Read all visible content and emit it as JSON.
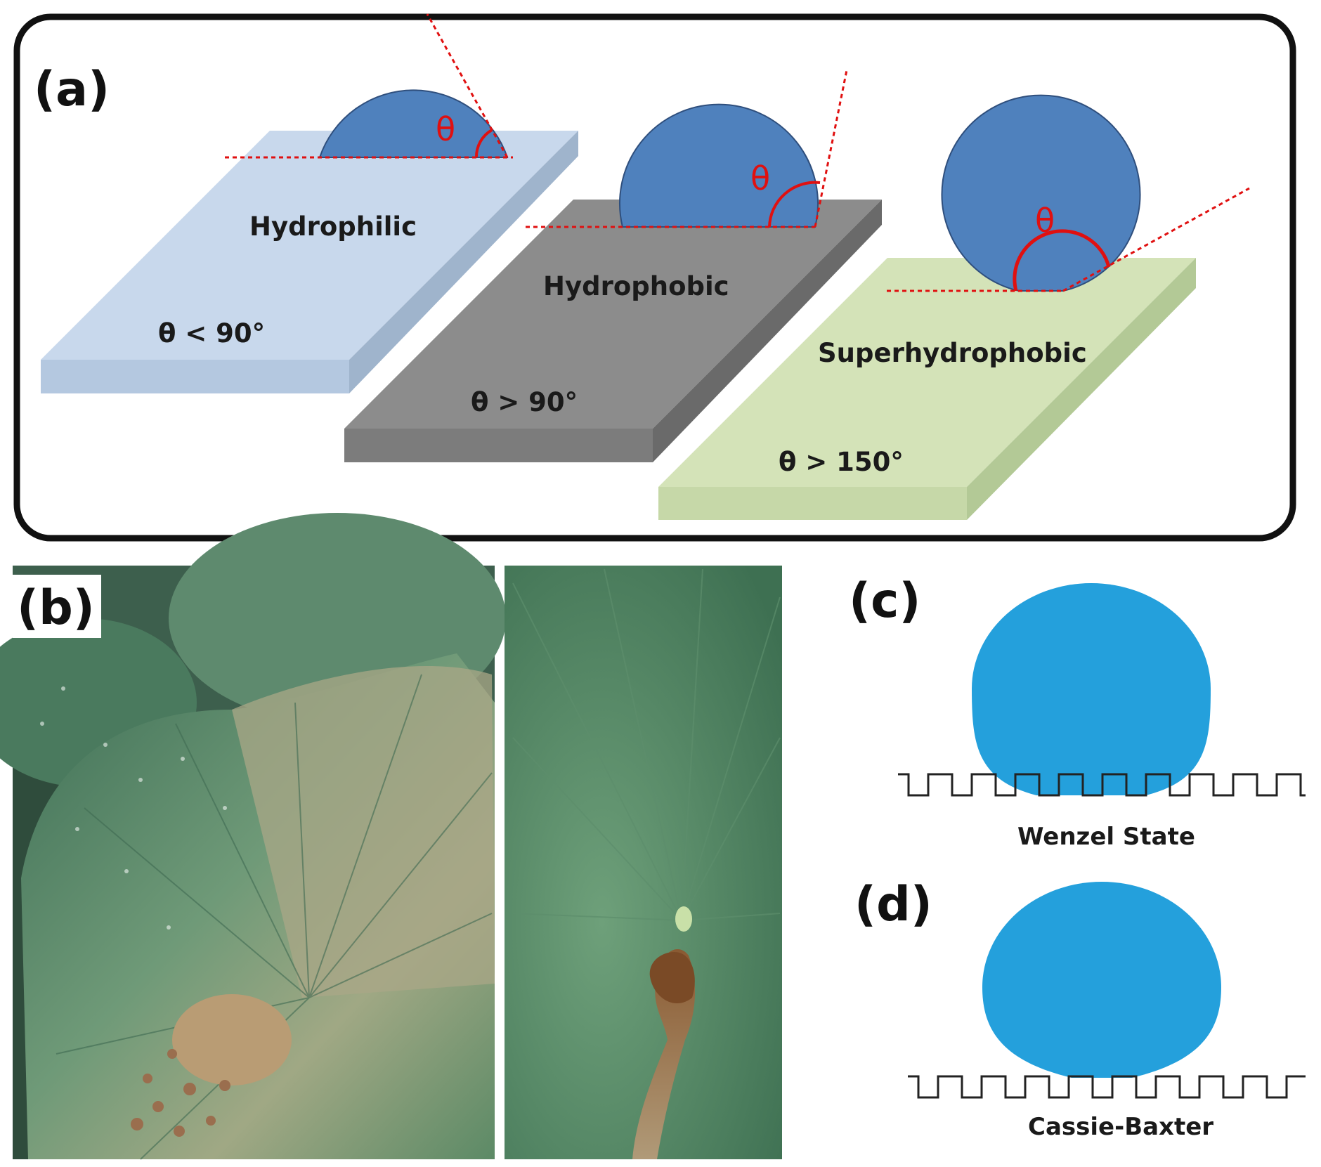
{
  "panel_a": {
    "label": "(a)",
    "surfaces": [
      {
        "name": "Hydrophilic",
        "condition": "θ < 90°",
        "angle_symbol": "θ",
        "color": "#c8d8ec"
      },
      {
        "name": "Hydrophobic",
        "condition": "θ > 90°",
        "angle_symbol": "θ",
        "color": "#8c8c8c"
      },
      {
        "name": "Superhydrophobic",
        "condition": "θ > 150°",
        "angle_symbol": "θ",
        "color": "#d4e3b8"
      }
    ],
    "droplet_color": "#4f81bd",
    "tangent_color": "#e01010"
  },
  "panel_b": {
    "label": "(b)"
  },
  "panel_c": {
    "label": "(c)",
    "caption": "Wenzel State"
  },
  "panel_d": {
    "label": "(d)",
    "caption": "Cassie-Baxter"
  },
  "drop_color": "#24a0dc"
}
